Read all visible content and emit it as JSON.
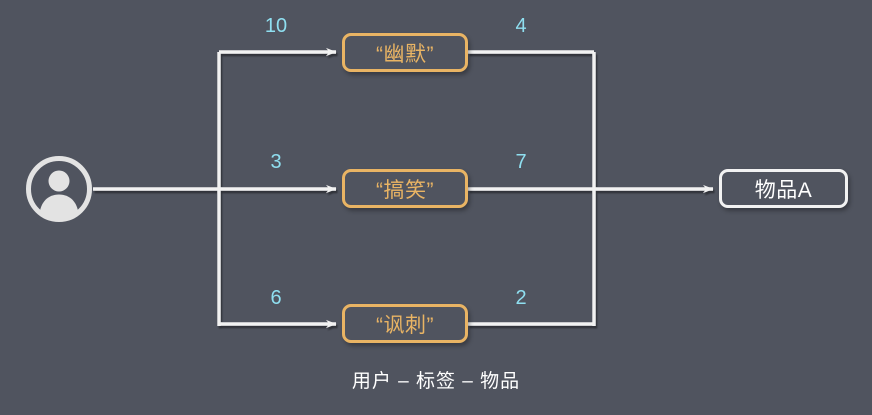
{
  "diagram": {
    "caption": "用户 – 标签 – 物品",
    "background_color": "#50545f",
    "user": {
      "icon": "user-avatar-icon",
      "color": "#e3e3e3"
    },
    "tags": [
      {
        "label": "“幽默”",
        "in_weight": "10",
        "out_weight": "4"
      },
      {
        "label": "“搞笑”",
        "in_weight": "3",
        "out_weight": "7"
      },
      {
        "label": "“讽刺”",
        "in_weight": "6",
        "out_weight": "2"
      }
    ],
    "item": {
      "label": "物品A"
    },
    "colors": {
      "tag_border": "#e9b464",
      "tag_text": "#e9b464",
      "item_border": "#f2f2f2",
      "item_text": "#ffffff",
      "weight_text": "#8fdff0",
      "edge": "#f2f2f2",
      "caption_text": "#ffffff"
    }
  }
}
